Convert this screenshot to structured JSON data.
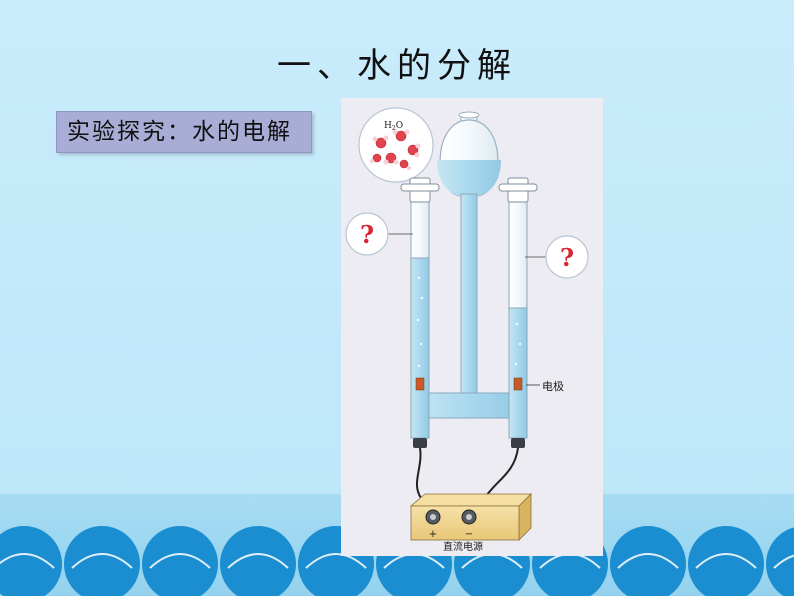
{
  "slide": {
    "title": "一、水的分解",
    "label": "实验探究：水的电解"
  },
  "figure": {
    "molecule_label_main": "H",
    "molecule_label_sub": "2",
    "molecule_label_end": "O",
    "left_question": "?",
    "right_question": "?",
    "electrode_label": "电极",
    "plus_sign": "+",
    "minus_sign": "−",
    "power_label": "直流电源"
  },
  "colors": {
    "background": "#c7ebfb",
    "wave": "#1b8ed2",
    "label_box": "#a9acd4",
    "water": "#b7dff0"
  }
}
